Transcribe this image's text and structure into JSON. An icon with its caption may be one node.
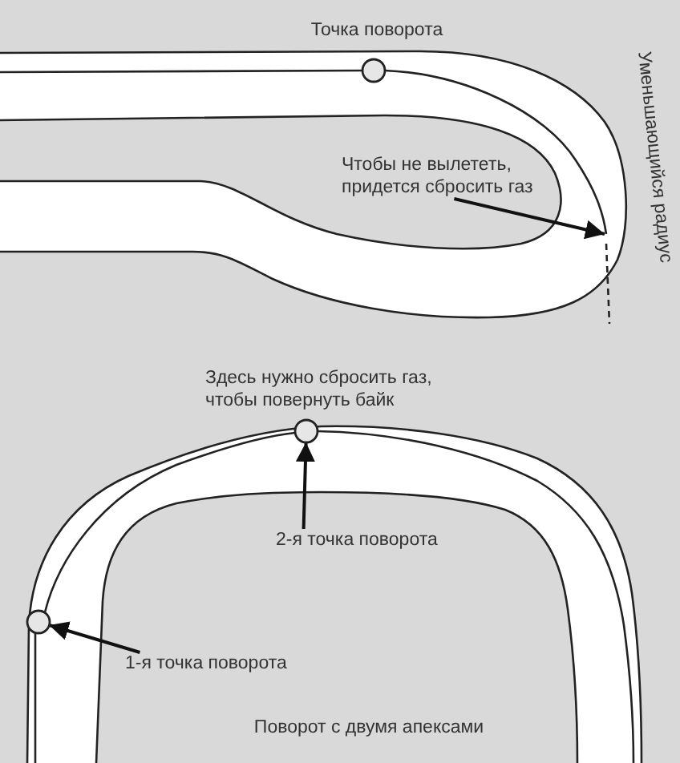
{
  "diagram": {
    "nodes": [
      {
        "text": [
          "Чтобы не вылететь, придется сбросить газ"
        ]
      },
      {
        "text": [],
        "shape": "circle"
      },
      {
        "text": [
          "2-я точка поворота"
        ]
      },
      {
        "text": [],
        "shape": "circle"
      },
      {
        "text": [
          "1-я точка поворота"
        ]
      }
    ],
    "edges": [
      {
        "from": 0,
        "to": null,
        "arrow": "to"
      },
      {
        "from": 2,
        "to": 1,
        "arrow": "to"
      },
      {
        "from": 4,
        "to": 3,
        "arrow": "to"
      }
    ],
    "labels": [
      "Точка поворота",
      "Уменьшающийся радиус",
      "Здесь нужно сбросить газ, чтобы повернуть байк",
      "Поворот с двумя апексами"
    ]
  }
}
